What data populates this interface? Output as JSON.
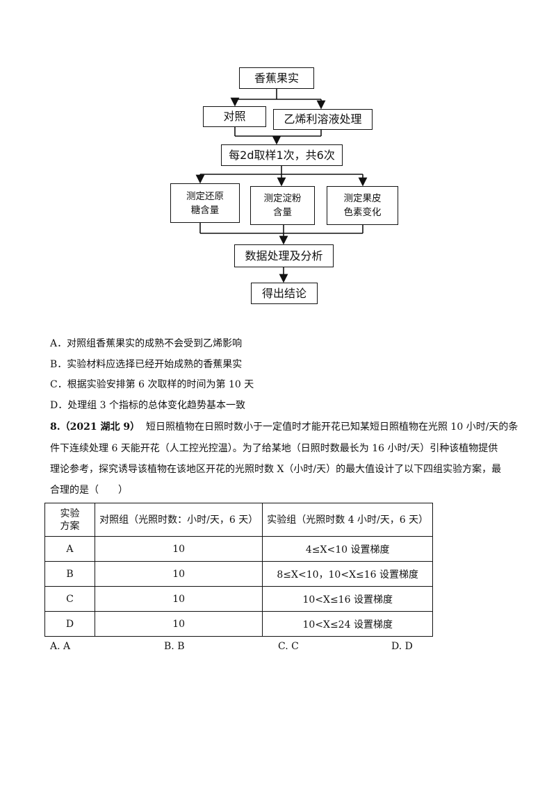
{
  "flowchart": {
    "nodes": {
      "banana": "香蕉果实",
      "control": "对照",
      "ethylene": "乙烯利溶液处理",
      "sampling": "每2d取样1次，共6次",
      "sugar": [
        "测定还原",
        "糖含量"
      ],
      "starch": [
        "测定淀粉",
        "含量"
      ],
      "pigment": [
        "测定果皮",
        "色素变化"
      ],
      "analysis": "数据处理及分析",
      "conclusion": "得出结论"
    }
  },
  "q7_options": [
    "A．对照组香蕉果实的成熟不会受到乙烯影响",
    "B．实验材料应选择已经开始成熟的香蕉果实",
    "C．根据实验安排第 6 次取样的时间为第 10 天",
    "D．处理组 3 个指标的总体变化趋势基本一致"
  ],
  "q8": {
    "label": "8.（2021 湖北 9）",
    "lines": [
      "短日照植物在日照时数小于一定值时才能开花已知某短日照植物在光照 10 小时/天的条",
      "件下连续处理 6 天能开花（人工控光控温）。为了给某地（日照时数最长为 16 小时/天）引种该植物提供",
      "理论参考，探究诱导该植物在该地区开花的光照时数 X（小时/天）的最大值设计了以下四组实验方案，最",
      "合理的是（　　）"
    ],
    "table": {
      "headers": [
        "实验方案",
        "对照组（光照时数：小时/天，6 天）",
        "实验组（光照时数 4 小时/天，6 天）"
      ],
      "rows": [
        [
          "A",
          "10",
          "4≤X<10 设置梯度"
        ],
        [
          "B",
          "10",
          "8≤X<10，10<X≤16 设置梯度"
        ],
        [
          "C",
          "10",
          "10<X≤16 设置梯度"
        ],
        [
          "D",
          "10",
          "10<X≤24 设置梯度"
        ]
      ]
    },
    "answers": [
      "A. A",
      "B. B",
      "C. C",
      "D. D"
    ]
  }
}
